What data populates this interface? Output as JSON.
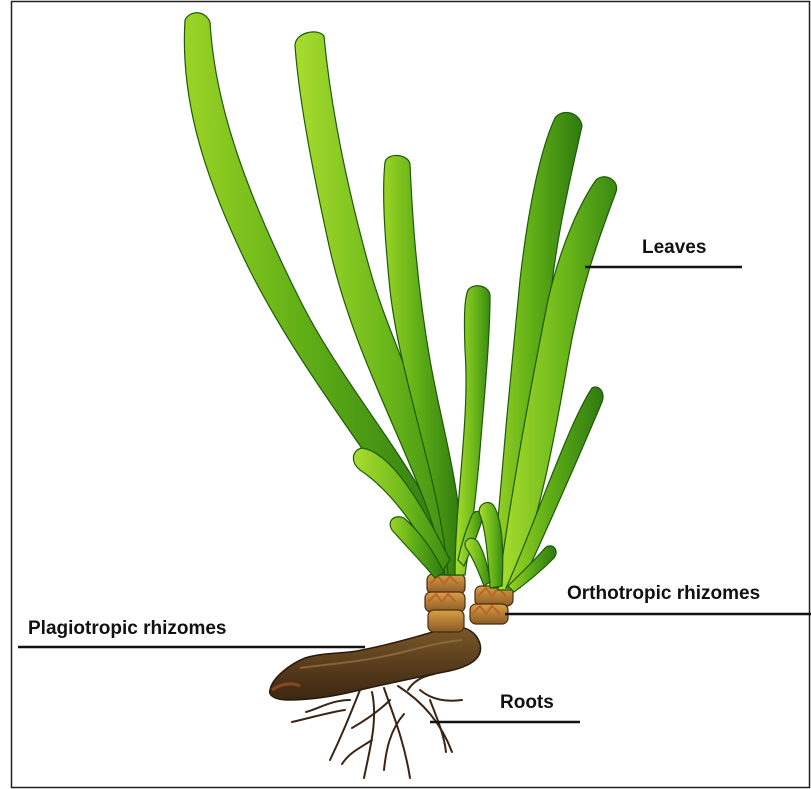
{
  "diagram": {
    "subject": "Seagrass plant anatomy",
    "labels": {
      "leaves": "Leaves",
      "orthotropic": "Orthotropic rhizomes",
      "plagiotropic": "Plagiotropic rhizomes",
      "roots": "Roots"
    }
  }
}
